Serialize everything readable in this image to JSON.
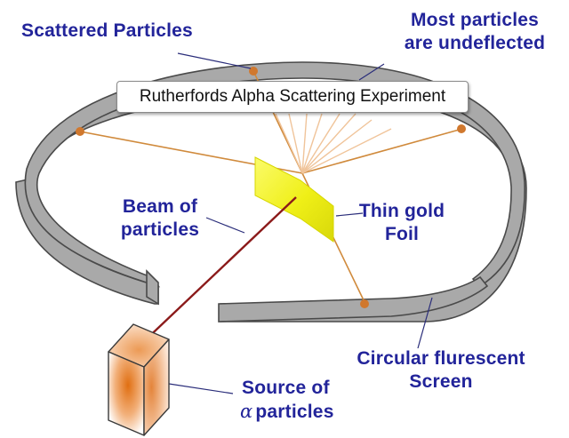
{
  "title": "Rutherfords Alpha Scattering Experiment",
  "labels": {
    "scattered_particles": "Scattered Particles",
    "most_particles_line1": "Most particles",
    "most_particles_line2": "are undeflected",
    "beam_line1": "Beam of",
    "beam_line2": "particles",
    "foil_line1": "Thin gold",
    "foil_line2": "Foil",
    "screen_line1": "Circular flurescent",
    "screen_line2": "Screen",
    "source_line1": "Source of",
    "source_alpha": "α",
    "source_line2": "particles"
  },
  "colors": {
    "label_text": "#22249a",
    "screen_fill": "#a9a9a9",
    "screen_edge": "#4a4a4a",
    "beam": "#8b1a1a",
    "scatter_ray": "#d08a3c",
    "impact_dot": "#d0782e",
    "foil": "#f2f21c",
    "source_glow": "#e07818"
  }
}
